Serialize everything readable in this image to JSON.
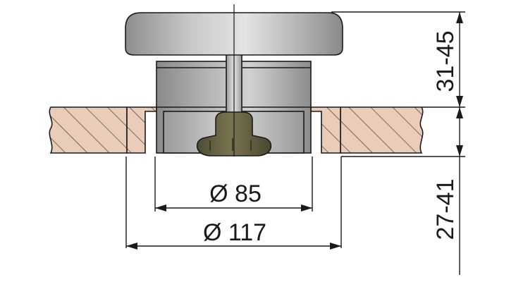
{
  "dimensions": {
    "diameter_inner": "Ø 85",
    "diameter_outer": "Ø 117",
    "height_top": "31-45",
    "height_bottom": "27-41"
  },
  "colors": {
    "deck": "#e9cdb9",
    "cap": "#a9a9a9",
    "housing": "#9e9e9e",
    "knob": "#615d3f",
    "lines": "#1a1a1a"
  }
}
